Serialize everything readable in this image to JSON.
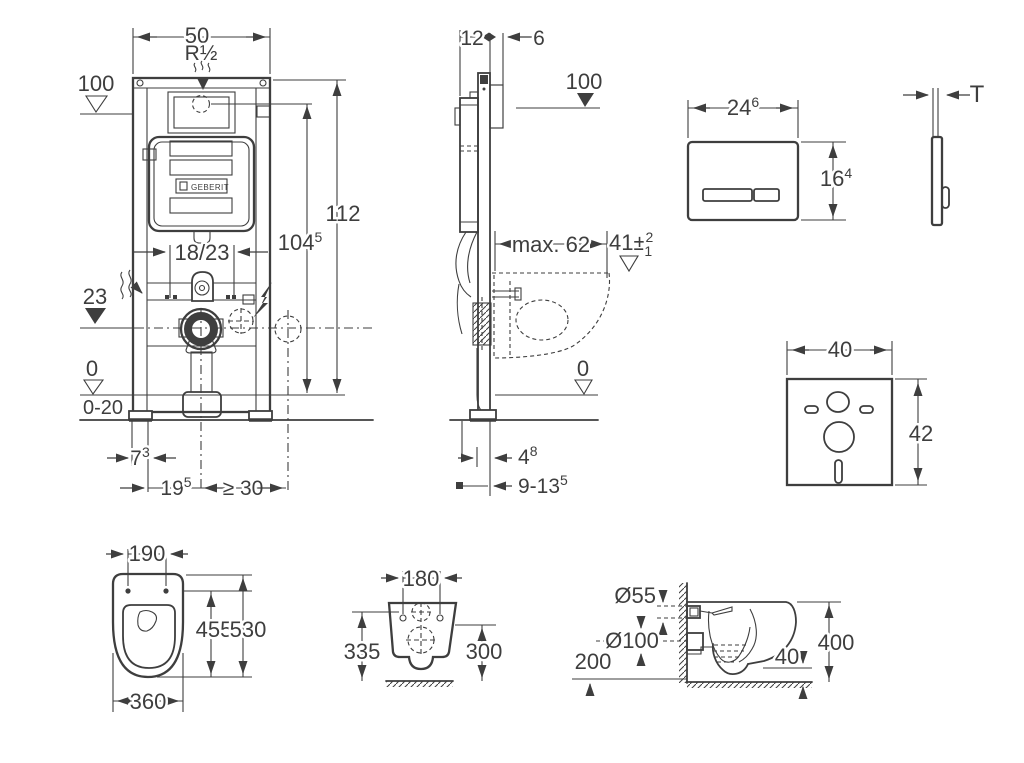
{
  "colors": {
    "line": "#3e3e3e",
    "background": "#ffffff"
  },
  "frame_front": {
    "logo": "GEBERIT",
    "dims": {
      "width": "50",
      "thread": "R½",
      "level_top": "100",
      "height_total": "112",
      "height_plate": {
        "v": "104",
        "sup": "5"
      },
      "bracket_range": "18/23",
      "level_drain": "23",
      "level_floor": "0",
      "floor_range": "0-20",
      "offset_foot": {
        "v": "7",
        "sup": "3"
      },
      "offset_drain": {
        "v": "19",
        "sup": "5"
      },
      "min_clearance": "≥ 30"
    }
  },
  "frame_side": {
    "dims": {
      "depth_frame": "12",
      "wall_thickness": "6",
      "level_top": "100",
      "max_depth": "max. 62",
      "rim_level": {
        "v": "41±",
        "sup": "2",
        "sub": "1"
      },
      "level_floor": "0",
      "gap_wall": {
        "v": "4",
        "sup": "8"
      },
      "range_floor": {
        "v": "9-13",
        "sup": "5"
      }
    }
  },
  "plate_front": {
    "dims": {
      "width": {
        "v": "24",
        "sup": "6"
      },
      "height": {
        "v": "16",
        "sup": "4"
      }
    }
  },
  "plate_side": {
    "dims": {
      "thickness": "T"
    }
  },
  "sound_pad": {
    "dims": {
      "width": "40",
      "height": "42"
    }
  },
  "pan_top": {
    "dims": {
      "bolt_spacing": "190",
      "depth_inner": "455",
      "depth_total": "530",
      "width": "360"
    }
  },
  "pan_rear": {
    "dims": {
      "bolt_spacing": "180",
      "height_left": "335",
      "height_right": "300"
    }
  },
  "pan_side": {
    "dims": {
      "inlet": "Ø55",
      "outlet": "Ø100",
      "outlet_height": "200",
      "rim_gap": "40",
      "height": "400"
    }
  }
}
